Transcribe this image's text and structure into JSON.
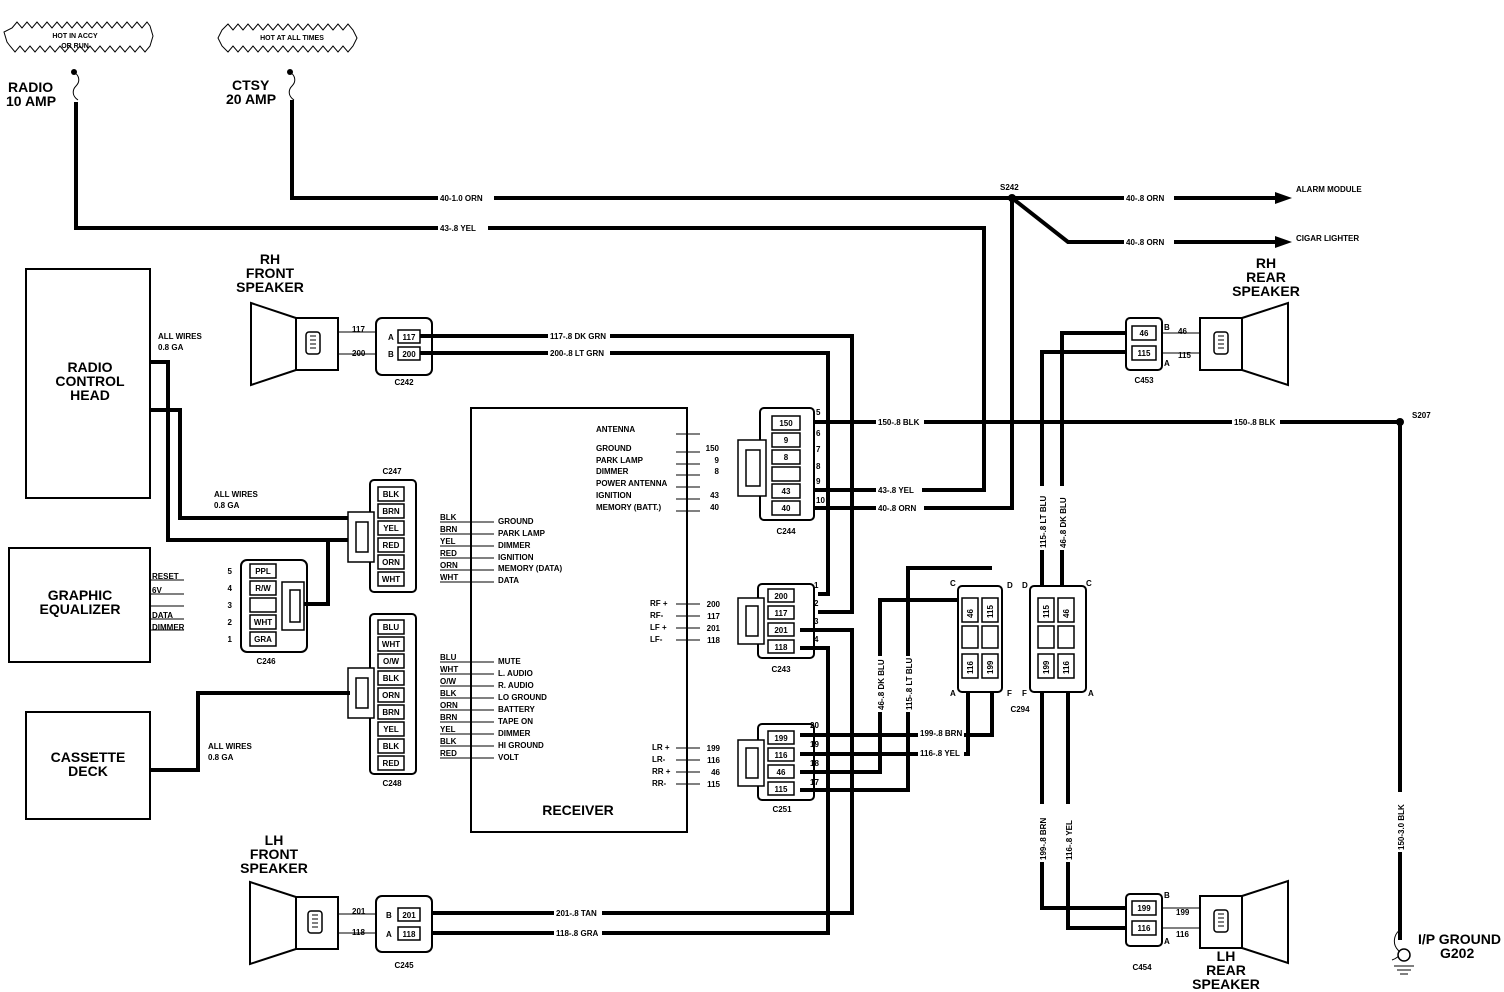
{
  "fuses": {
    "radio": {
      "line1": "RADIO",
      "line2": "10 AMP",
      "hot_line1": "HOT IN ACCY",
      "hot_line2": "OR RUN"
    },
    "ctsy": {
      "line1": "CTSY",
      "line2": "20 AMP",
      "hot_label": "HOT AT ALL TIMES"
    }
  },
  "splices": {
    "s242": "S242",
    "s207": "S207"
  },
  "outputs": {
    "alarm": "ALARM MODULE",
    "cigar": "CIGAR LIGHTER"
  },
  "components": {
    "radio_head": [
      "RADIO",
      "CONTROL",
      "HEAD"
    ],
    "equalizer": [
      "GRAPHIC",
      "EQUALIZER"
    ],
    "cassette": [
      "CASSETTE",
      "DECK"
    ],
    "receiver": "RECEIVER",
    "rh_front": [
      "RH",
      "FRONT",
      "SPEAKER"
    ],
    "lh_front": [
      "LH",
      "FRONT",
      "SPEAKER"
    ],
    "rh_rear": [
      "RH",
      "REAR",
      "SPEAKER"
    ],
    "lh_rear": [
      "LH",
      "REAR",
      "SPEAKER"
    ],
    "ground": [
      "I/P GROUND",
      "G202"
    ]
  },
  "all_wires": {
    "line1": "ALL WIRES",
    "line2": "0.8 GA"
  },
  "equalizer_pins": [
    "RESET",
    "6V",
    "DATA",
    "DIMMER"
  ],
  "receiver_top_labels": [
    "ANTENNA",
    "GROUND",
    "PARK LAMP",
    "DIMMER",
    "POWER ANTENNA",
    "IGNITION",
    "MEMORY (BATT.)"
  ],
  "receiver_top_nums": [
    "150",
    "9",
    "8",
    "43",
    "40"
  ],
  "receiver_mid_colors": [
    "BLK",
    "BRN",
    "YEL",
    "RED",
    "ORN",
    "WHT"
  ],
  "receiver_mid_labels": [
    "GROUND",
    "PARK LAMP",
    "DIMMER",
    "IGNITION",
    "MEMORY (DATA)",
    "DATA"
  ],
  "receiver_rf_labels": [
    "RF +",
    "RF-",
    "LF +",
    "LF-"
  ],
  "receiver_rf_nums": [
    "200",
    "117",
    "201",
    "118"
  ],
  "receiver_low_colors": [
    "BLU",
    "WHT",
    "O/W",
    "BLK",
    "ORN",
    "BRN",
    "YEL",
    "BLK",
    "RED"
  ],
  "receiver_low_labels": [
    "MUTE",
    "L. AUDIO",
    "R. AUDIO",
    "LO GROUND",
    "BATTERY",
    "TAPE ON",
    "DIMMER",
    "HI GROUND",
    "VOLT"
  ],
  "receiver_lr_labels": [
    "LR +",
    "LR-",
    "RR +",
    "RR-"
  ],
  "receiver_lr_nums": [
    "199",
    "116",
    "46",
    "115"
  ],
  "c247": {
    "name": "C247",
    "pins": [
      "BLK",
      "BRN",
      "YEL",
      "RED",
      "ORN",
      "WHT"
    ]
  },
  "c246": {
    "name": "C246",
    "pins": [
      "PPL",
      "R/W",
      "",
      "WHT",
      "GRA"
    ],
    "nums": [
      "5",
      "4",
      "3",
      "2",
      "1"
    ]
  },
  "c248": {
    "name": "C248",
    "pins": [
      "BLU",
      "WHT",
      "O/W",
      "BLK",
      "ORN",
      "BRN",
      "YEL",
      "BLK",
      "RED"
    ]
  },
  "c242": {
    "name": "C242",
    "pins": [
      "117",
      "200"
    ],
    "letters": [
      "A",
      "B"
    ],
    "spk_nums": [
      "117",
      "200"
    ]
  },
  "c245": {
    "name": "C245",
    "pins": [
      "201",
      "118"
    ],
    "letters": [
      "B",
      "A"
    ],
    "spk_nums": [
      "201",
      "118"
    ]
  },
  "c244": {
    "name": "C244",
    "pins": [
      "150",
      "9",
      "8",
      "",
      "43",
      "40"
    ],
    "nums": [
      "5",
      "6",
      "7",
      "8",
      "9",
      "10"
    ]
  },
  "c243": {
    "name": "C243",
    "pins": [
      "200",
      "117",
      "201",
      "118"
    ],
    "nums": [
      "1",
      "2",
      "3",
      "4"
    ]
  },
  "c251": {
    "name": "C251",
    "pins": [
      "199",
      "116",
      "46",
      "115"
    ],
    "nums": [
      "20",
      "19",
      "18",
      "17"
    ]
  },
  "c453": {
    "name": "C453",
    "pins": [
      "46",
      "115"
    ],
    "letters": [
      "B",
      "A"
    ],
    "spk_nums": [
      "46",
      "115"
    ]
  },
  "c454": {
    "name": "C454",
    "pins": [
      "199",
      "116"
    ],
    "letters": [
      "B",
      "A"
    ],
    "spk_nums": [
      "199",
      "116"
    ]
  },
  "c294": {
    "name": "C294",
    "left_top": [
      "46",
      "115"
    ],
    "left_bottom": [
      "116",
      "199"
    ],
    "right_top": [
      "115",
      "46"
    ],
    "right_bottom": [
      "199",
      "116"
    ],
    "letters": [
      "C",
      "D",
      "D",
      "C",
      "A",
      "F",
      "F",
      "A"
    ]
  },
  "wires": {
    "w40_10": "40-1.0 ORN",
    "w43_yel": "43-.8 YEL",
    "w40_orn_a": "40-.8 ORN",
    "w40_orn_b": "40-.8 ORN",
    "w117": "117-.8 DK GRN",
    "w200": "200-.8 LT GRN",
    "w150_a": "150-.8 BLK",
    "w150_b": "150-.8 BLK",
    "w43_b": "43-.8 YEL",
    "w40_c": "40-.8 ORN",
    "w201": "201-.8 TAN",
    "w118": "118-.8 GRA",
    "w199_brn": "199-.8 BRN",
    "w116_yel": "116-.8 YEL",
    "w46_dkblu": "46-.8 DK BLU",
    "w115_ltblu": "115-.8 LT BLU",
    "v115_ltblu": "115-.8 LT BLU",
    "v46_dkblu": "46-.8 DK BLU",
    "v199_brn": "199-.8 BRN",
    "v116_yel": "116-.8 YEL",
    "v150_blk": "150-3.0 BLK"
  }
}
